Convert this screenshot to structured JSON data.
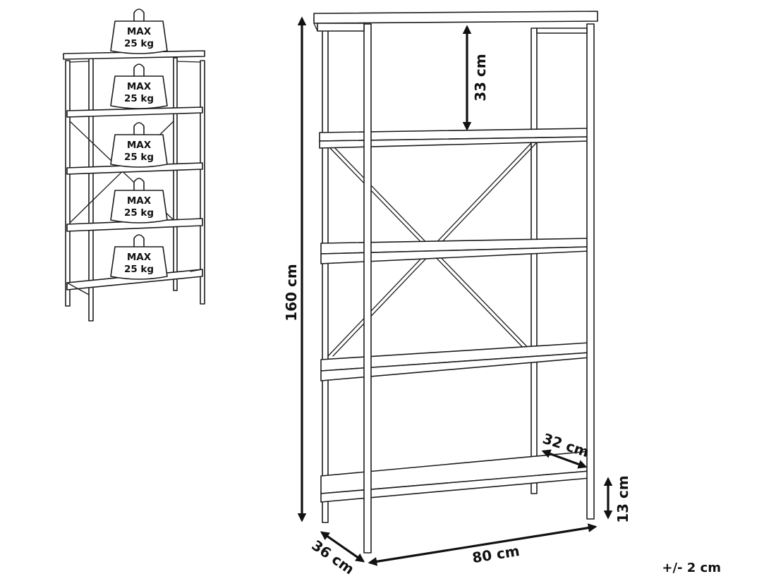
{
  "dimensions": {
    "height": "160 cm",
    "width": "80 cm",
    "depth": "36 cm",
    "shelf_depth": "32 cm",
    "shelf_gap": "33 cm",
    "bottom_clearance": "13 cm"
  },
  "tolerance": "+/- 2 cm",
  "load": {
    "max_label": "MAX",
    "weight": "25 kg",
    "shelf_count": 5
  }
}
